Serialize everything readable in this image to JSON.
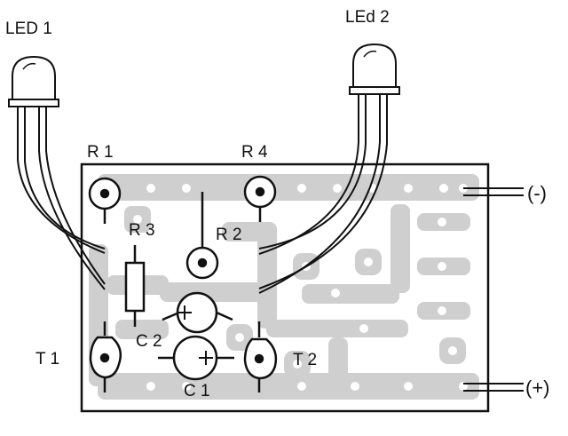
{
  "labels": {
    "led1": "LED 1",
    "led2": "LEd 2",
    "r1": "R 1",
    "r2": "R 2",
    "r3": "R 3",
    "r4": "R 4",
    "c1": "C 1",
    "c2": "C 2",
    "t1": "T 1",
    "t2": "T 2",
    "minus": "(-)",
    "plus": "(+)"
  },
  "colors": {
    "ink": "#111111",
    "copper_traces": "#c9c9c9",
    "board": "#ffffff"
  }
}
